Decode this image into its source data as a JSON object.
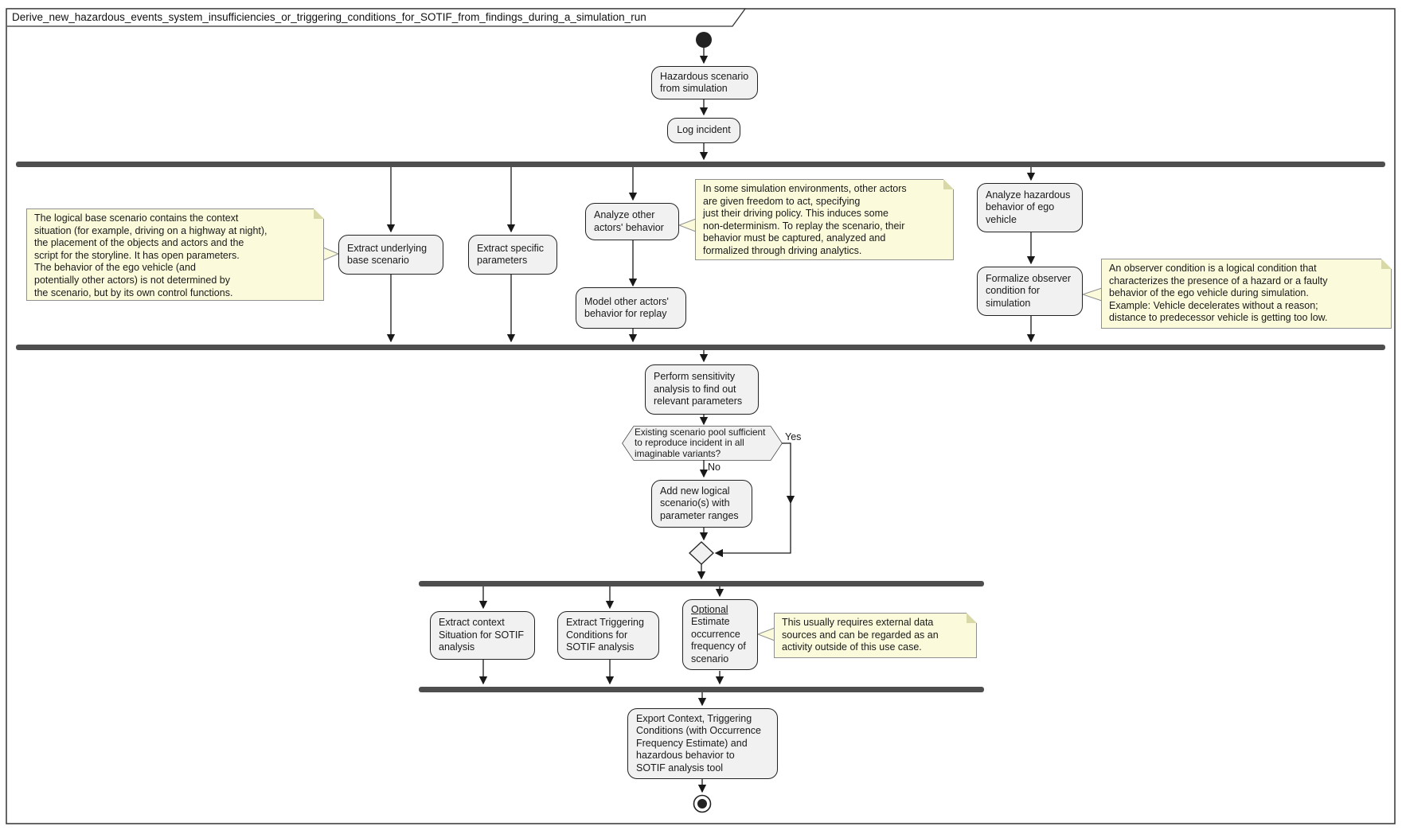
{
  "title": "Derive_new_hazardous_events_system_insufficiencies_or_triggering_conditions_for_SOTIF_from_findings_during_a_simulation_run",
  "nodes": {
    "hazardous_scenario": {
      "label": "Hazardous scenario\nfrom simulation"
    },
    "log_incident": {
      "label": "Log incident"
    },
    "extract_underlying": {
      "label": "Extract underlying\nbase scenario"
    },
    "extract_specific": {
      "label": "Extract specific\nparameters"
    },
    "analyze_other": {
      "label": "Analyze other\nactors' behavior"
    },
    "model_other": {
      "label": "Model other actors'\nbehavior for replay"
    },
    "analyze_hazardous": {
      "label": "Analyze hazardous\nbehavior of ego\nvehicle"
    },
    "formalize_observer": {
      "label": "Formalize observer\ncondition for\nsimulation"
    },
    "perform_sensitivity": {
      "label": "Perform sensitivity\nanalysis to find out\nrelevant parameters"
    },
    "decision": {
      "label": "Existing scenario pool sufficient\nto reproduce incident in all\nimaginable variants?"
    },
    "add_new_logical": {
      "label": "Add new logical\nscenario(s) with\nparameter ranges"
    },
    "extract_context": {
      "label": "Extract context\nSituation for SOTIF\nanalysis"
    },
    "extract_triggering": {
      "label": "Extract Triggering\nConditions for\nSOTIF analysis"
    },
    "estimate_occurrence": {
      "heading": "Optional",
      "label": "Estimate\noccurrence\nfrequency of\nscenario"
    },
    "export_results": {
      "label": "Export Context, Triggering\nConditions (with Occurrence\nFrequency Estimate) and\nhazardous behavior to\nSOTIF analysis tool"
    }
  },
  "edge_labels": {
    "yes": "Yes",
    "no": "No"
  },
  "notes": {
    "logical_base_scenario": {
      "text": "The logical base scenario contains the context\nsituation (for example, driving on a highway at night),\nthe placement of the objects and actors and the\nscript for the storyline. It has open parameters.\nThe behavior of the ego vehicle (and\npotentially other actors) is not determined by\nthe scenario, but by its own control functions."
    },
    "simulation_environments": {
      "text": "In some simulation environments, other actors\nare given freedom to act, specifying\njust their driving policy. This induces some\nnon-determinism. To replay the scenario, their\nbehavior must be captured, analyzed and\nformalized through driving analytics."
    },
    "observer_condition": {
      "text": "An observer condition is a logical condition that\ncharacterizes the presence of a hazard or a faulty\nbehavior of the ego vehicle during simulation.\nExample: Vehicle decelerates without a reason;\ndistance to predecessor vehicle is getting too low."
    },
    "external_data": {
      "text": "This usually requires external data\nsources and can be regarded as an\nactivity outside of this use case."
    }
  },
  "colors": {
    "activity_fill": "#f1f1f1",
    "activity_border": "#222222",
    "note_fill": "#fbfbdc",
    "note_border": "#8f8f8f",
    "bar_color": "#4e4e4e",
    "line_color": "#191919",
    "background": "#ffffff"
  }
}
